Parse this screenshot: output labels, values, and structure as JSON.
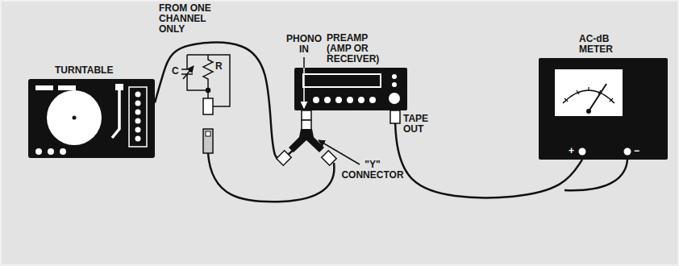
{
  "diagram": {
    "nodes": [
      {
        "text": [
          "TURNTABLE"
        ]
      },
      {
        "text": [
          "PREAMP (AMP OR RECEIVER)"
        ]
      },
      {
        "text": [
          "AC-dB METER"
        ]
      }
    ],
    "edges": [
      {
        "from": 0,
        "to": 1,
        "arrow": "none"
      },
      {
        "from": 1,
        "to": 2,
        "arrow": "none"
      }
    ],
    "labels": [
      "FROM ONE CHANNEL ONLY",
      "R",
      "C",
      "PHONO IN",
      "TAPE OUT",
      "+",
      "−",
      "\"Y\" CONNECTOR"
    ]
  }
}
